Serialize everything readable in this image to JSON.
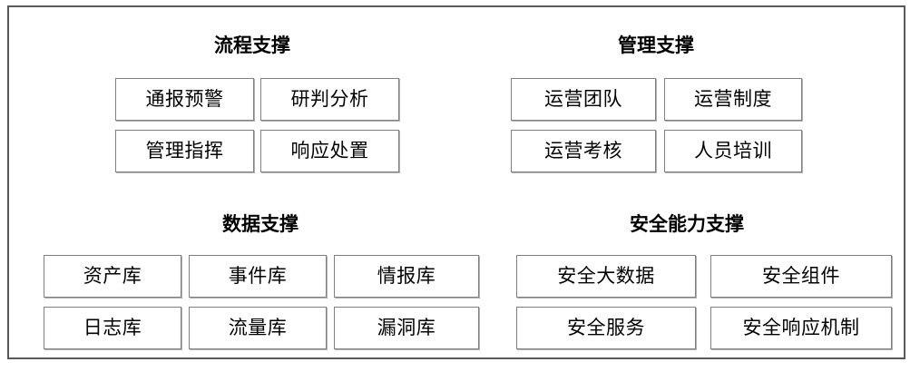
{
  "diagram": {
    "frame": {
      "border_color": "#595959",
      "background": "#ffffff"
    },
    "cell_style": {
      "border_color": "#808080",
      "text_color": "#000000",
      "background": "#ffffff"
    },
    "groups": [
      {
        "id": "process-support",
        "title": "流程支撑",
        "columns": 2,
        "rows": [
          [
            "通报预警",
            "研判分析"
          ],
          [
            "管理指挥",
            "响应处置"
          ]
        ]
      },
      {
        "id": "management-support",
        "title": "管理支撑",
        "columns": 2,
        "rows": [
          [
            "运营团队",
            "运营制度"
          ],
          [
            "运营考核",
            "人员培训"
          ]
        ]
      },
      {
        "id": "data-support",
        "title": "数据支撑",
        "columns": 3,
        "rows": [
          [
            "资产库",
            "事件库",
            "情报库"
          ],
          [
            "日志库",
            "流量库",
            "漏洞库"
          ]
        ]
      },
      {
        "id": "security-capability-support",
        "title": "安全能力支撑",
        "columns": 2,
        "rows": [
          [
            "安全大数据",
            "安全组件"
          ],
          [
            "安全服务",
            "安全响应机制"
          ]
        ]
      }
    ]
  }
}
